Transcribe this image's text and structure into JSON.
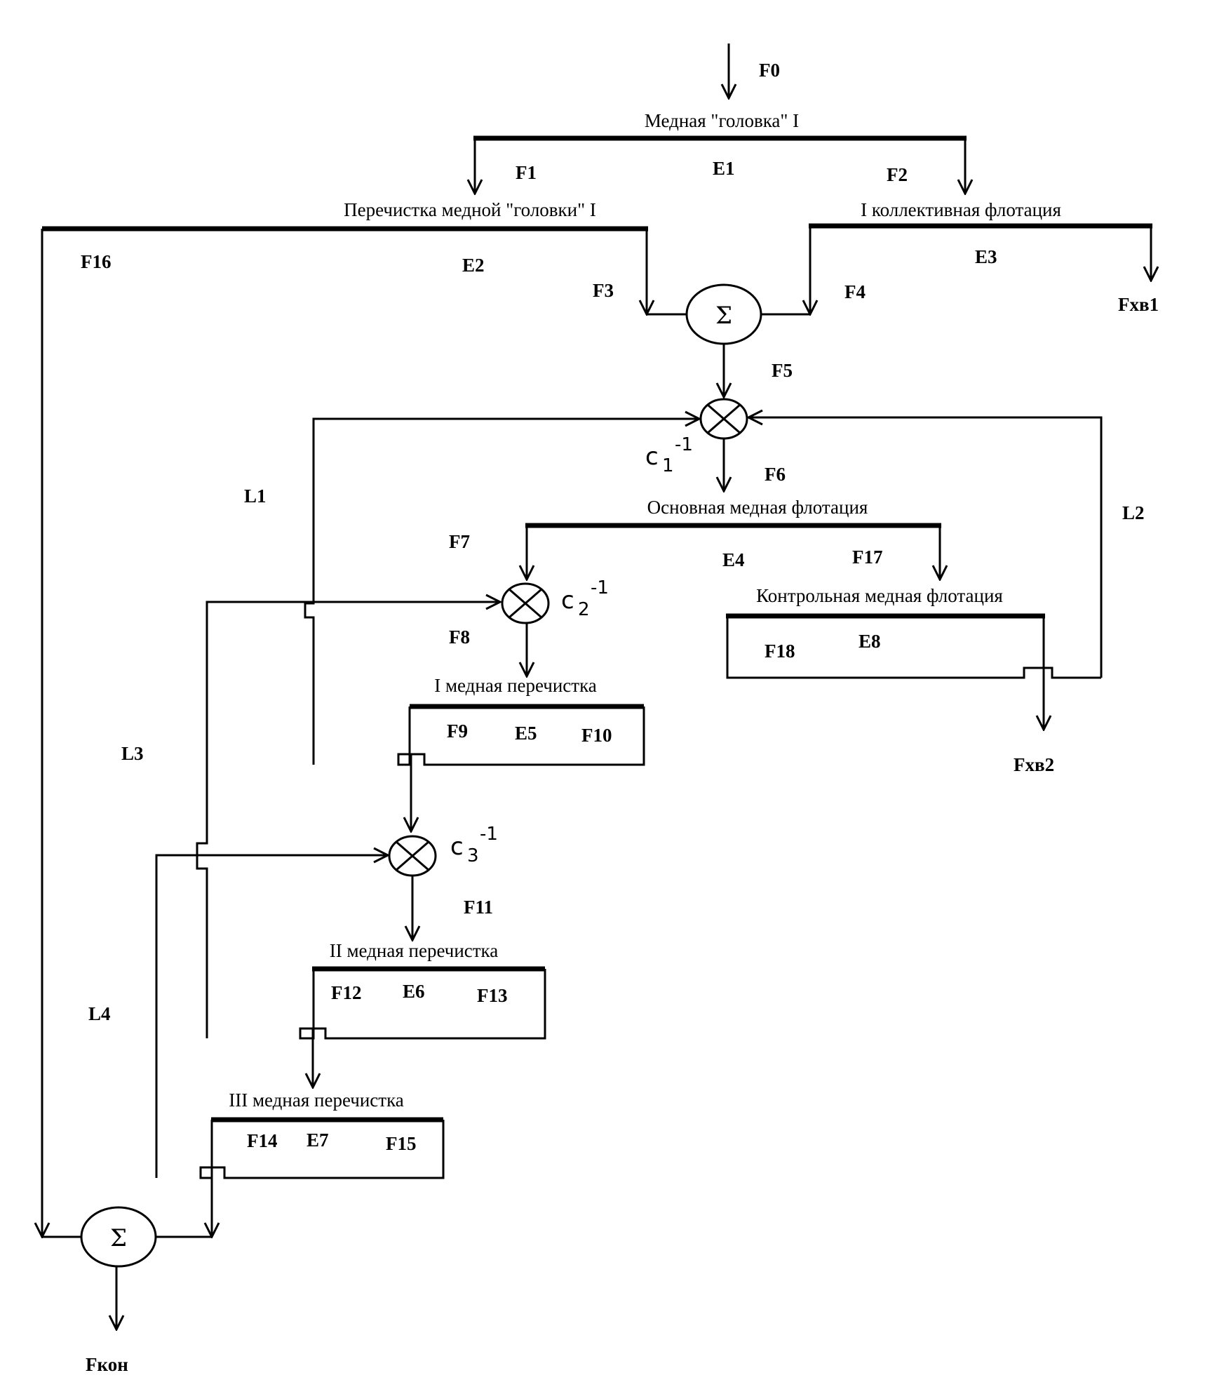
{
  "stages": {
    "s1": "Медная \"головка\" I",
    "s2": "Перечистка медной \"головки\" I",
    "s3": "I коллективная флотация",
    "s4": "Основная медная флотация",
    "s5": "Контрольная медная флотация",
    "s6": "I медная перечистка",
    "s7": "II медная перечистка",
    "s8": "III медная перечистка"
  },
  "flows": {
    "F0": "F0",
    "F1": "F1",
    "F2": "F2",
    "F3": "F3",
    "F4": "F4",
    "F5": "F5",
    "F6": "F6",
    "F7": "F7",
    "F8": "F8",
    "F9": "F9",
    "F10": "F10",
    "F11": "F11",
    "F12": "F12",
    "F13": "F13",
    "F14": "F14",
    "F15": "F15",
    "F16": "F16",
    "F17": "F17",
    "F18": "F18",
    "Fxv1": "Fхв1",
    "Fxv2": "Fхв2",
    "Fkon": "Fкон"
  },
  "efficiencies": {
    "E1": "E1",
    "E2": "E2",
    "E3": "E3",
    "E4": "E4",
    "E5": "E5",
    "E6": "E6",
    "E7": "E7",
    "E8": "E8"
  },
  "loops": {
    "L1": "L1",
    "L2": "L2",
    "L3": "L3",
    "L4": "L4"
  },
  "symbols": {
    "sum": "Σ"
  },
  "coefficients": {
    "c1": {
      "base": "c",
      "sub": "1",
      "sup": "-1"
    },
    "c2": {
      "base": "c",
      "sub": "2",
      "sup": "-1"
    },
    "c3": {
      "base": "c",
      "sub": "3",
      "sup": "-1"
    }
  }
}
